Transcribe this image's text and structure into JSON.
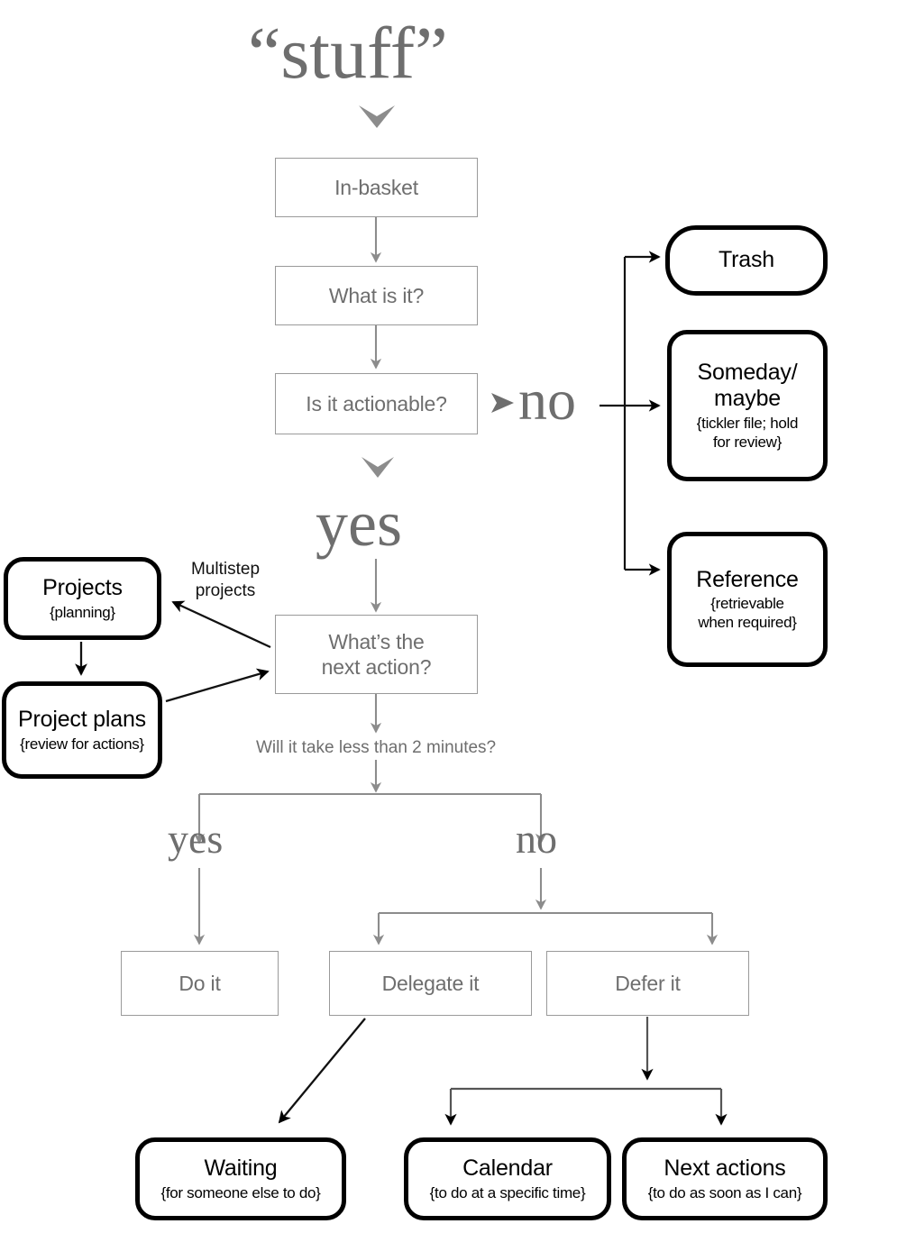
{
  "diagram": {
    "title": "“stuff”",
    "background": "#ffffff",
    "gray_color": "#6e6e6e",
    "black_color": "#000000",
    "border_gray": "#9a9a9a"
  },
  "nodes": {
    "in_basket": {
      "title": "In-basket"
    },
    "what_is_it": {
      "title": "What is it?"
    },
    "is_actionable": {
      "title": "Is it actionable?"
    },
    "next_action": {
      "title": "What’s the\nnext action?"
    },
    "do_it": {
      "title": "Do it"
    },
    "delegate_it": {
      "title": "Delegate it"
    },
    "defer_it": {
      "title": "Defer it"
    },
    "trash": {
      "title": "Trash",
      "sub": ""
    },
    "someday": {
      "title": "Someday/\nmaybe",
      "sub": "{tickler file; hold\nfor review}"
    },
    "reference": {
      "title": "Reference",
      "sub": "{retrievable\nwhen required}"
    },
    "projects": {
      "title": "Projects",
      "sub": "{planning}"
    },
    "project_plans": {
      "title": "Project plans",
      "sub": "{review for actions}"
    },
    "waiting": {
      "title": "Waiting",
      "sub": "{for someone else to do}"
    },
    "calendar": {
      "title": "Calendar",
      "sub": "{to do at a specific time}"
    },
    "next_actions": {
      "title": "Next actions",
      "sub": "{to do as soon as I can}"
    }
  },
  "labels": {
    "no_top": "no",
    "yes_top": "yes",
    "multistep": "Multistep\nprojects",
    "two_minutes": "Will it take less than 2 minutes?",
    "yes_bottom": "yes",
    "no_bottom": "no"
  }
}
